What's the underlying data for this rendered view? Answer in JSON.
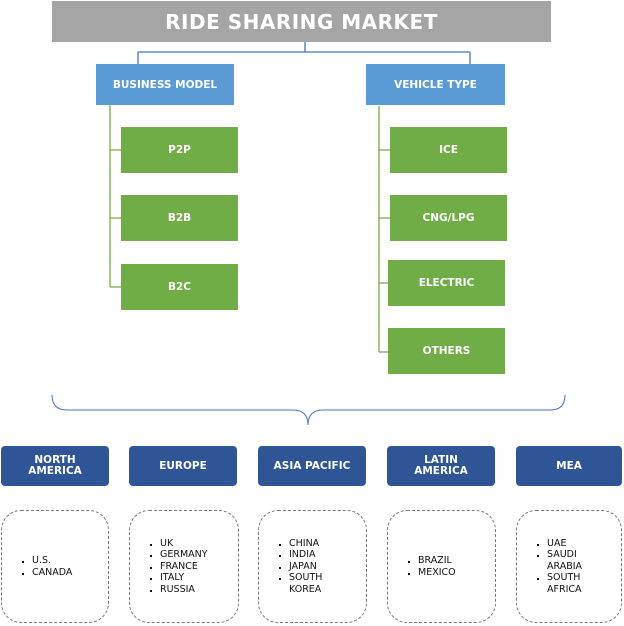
{
  "title": "RIDE SHARING MARKET",
  "categories": [
    {
      "label": "BUSINESS MODEL",
      "items": [
        "P2P",
        "B2B",
        "B2C"
      ]
    },
    {
      "label": "VEHICLE TYPE",
      "items": [
        "ICE",
        "CNG/LPG",
        "ELECTRIC",
        "OTHERS"
      ]
    }
  ],
  "regions": [
    {
      "label": "NORTH AMERICA",
      "countries": [
        "U.S.",
        "CANADA"
      ]
    },
    {
      "label": "EUROPE",
      "countries": [
        "UK",
        "GERMANY",
        "FRANCE",
        "ITALY",
        "RUSSIA"
      ]
    },
    {
      "label": "ASIA PACIFIC",
      "countries": [
        "CHINA",
        "INDIA",
        "JAPAN",
        "SOUTH KOREA"
      ]
    },
    {
      "label": "LATIN AMERICA",
      "countries": [
        "BRAZIL",
        "MEXICO"
      ]
    },
    {
      "label": "MEA",
      "countries": [
        "UAE",
        "SAUDI ARABIA",
        "SOUTH AFRICA"
      ]
    }
  ],
  "colors": {
    "title": "#a5a5a5",
    "category": "#5b9bd5",
    "leaf": "#70ad47",
    "region": "#2f5597"
  }
}
